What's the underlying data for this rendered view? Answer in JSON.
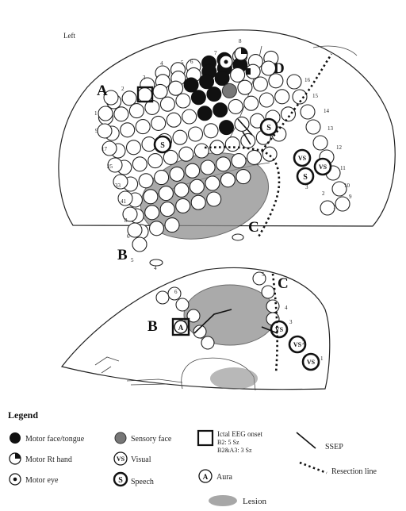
{
  "labels": {
    "view_title": "Left",
    "grid_A": "A",
    "grid_B": "B",
    "grid_C": "C",
    "grid_D": "D",
    "grid_B_lower": "B",
    "grid_C_lower": "C",
    "aura_marker": "A",
    "speech_marker": "S",
    "visual_marker": "VS"
  },
  "electrode_numbers_upper": [
    "1",
    "2",
    "3",
    "4",
    "5",
    "6",
    "7",
    "8",
    "9",
    "10",
    "11",
    "12",
    "13",
    "14",
    "15",
    "16",
    "17",
    "25",
    "33",
    "41",
    "1",
    "2",
    "3",
    "4",
    "5",
    "6",
    "8",
    "9"
  ],
  "electrode_numbers_lower": [
    "1",
    "2",
    "3",
    "4",
    "5",
    "6"
  ],
  "legend": {
    "title": "Legend",
    "items": [
      {
        "key": "motor-face",
        "label": "Motor face/tongue"
      },
      {
        "key": "motor-hand",
        "label": "Motor Rt hand"
      },
      {
        "key": "motor-eye",
        "label": "Motor eye"
      },
      {
        "key": "sensory-face",
        "label": "Sensory face"
      },
      {
        "key": "visual",
        "label": "Visual",
        "symbol": "VS"
      },
      {
        "key": "speech",
        "label": "Speech",
        "symbol": "S"
      },
      {
        "key": "ictal-onset",
        "label": "Ictal EEG onset",
        "detail1": "B2:       5 Sz",
        "detail2": "B2&A3: 3 Sz"
      },
      {
        "key": "aura",
        "label": "Aura",
        "symbol": "A"
      },
      {
        "key": "lesion",
        "label": "Lesion"
      },
      {
        "key": "ssep",
        "label": "SSEP"
      },
      {
        "key": "resection",
        "label": "Resection line"
      }
    ]
  }
}
